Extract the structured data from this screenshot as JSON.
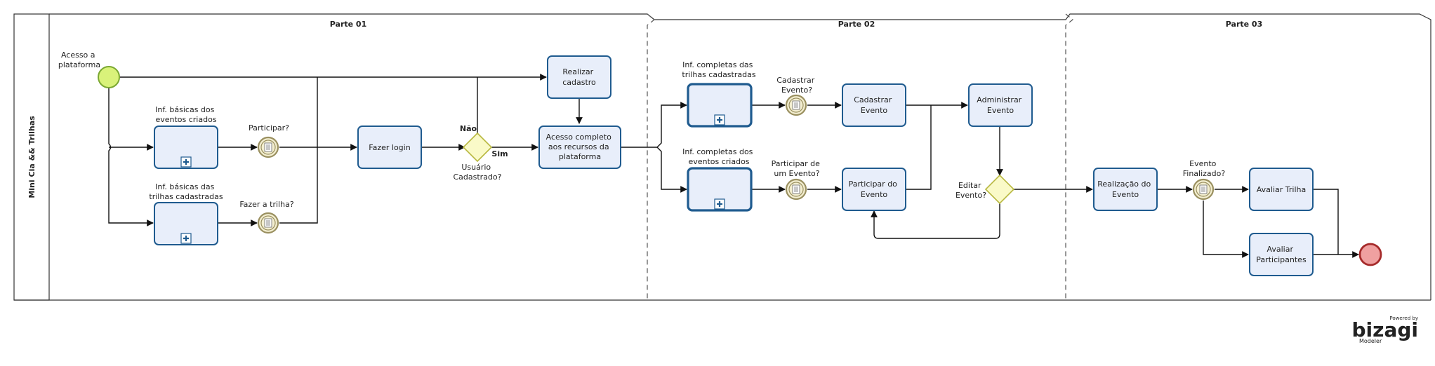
{
  "pool": {
    "name": "Mini Cia && Trilhas"
  },
  "phases": [
    {
      "title": "Parte 01"
    },
    {
      "title": "Parte 02"
    },
    {
      "title": "Parte 03"
    }
  ],
  "events": {
    "start": {
      "label": [
        "Acesso a",
        "plataforma"
      ],
      "color": "#D9F27A"
    },
    "end": {
      "label": [],
      "color": "#EFA0A0"
    }
  },
  "tasks": {
    "realizar_cadastro": [
      "Realizar",
      "cadastro"
    ],
    "fazer_login": [
      "Fazer login"
    ],
    "acesso_completo": [
      "Acesso completo",
      "aos recursos da",
      "plataforma"
    ],
    "cadastrar_evento": [
      "Cadastrar",
      "Evento"
    ],
    "administrar_evento": [
      "Administrar",
      "Evento"
    ],
    "participar_evento": [
      "Participar do",
      "Evento"
    ],
    "realizacao_evento": [
      "Realização do",
      "Evento"
    ],
    "avaliar_trilha": [
      "Avaliar Trilha"
    ],
    "avaliar_participantes": [
      "Avaliar",
      "Participantes"
    ]
  },
  "subprocesses": {
    "inf_basicas_eventos": [
      "Inf. básicas dos",
      "eventos criados"
    ],
    "inf_basicas_trilhas": [
      "Inf. básicas das",
      "trilhas cadastradas"
    ],
    "inf_completas_trilhas": [
      "Inf. completas das",
      "trilhas cadastradas"
    ],
    "inf_completas_eventos": [
      "Inf. completas dos",
      "eventos criados"
    ]
  },
  "intermediate_events": {
    "participar": [
      "Participar?"
    ],
    "fazer_trilha": [
      "Fazer a trilha?"
    ],
    "cadastrar_evento_q": [
      "Cadastrar",
      "Evento?"
    ],
    "participar_evento_q": [
      "Participar de",
      "um Evento?"
    ],
    "evento_finalizado": [
      "Evento",
      "Finalizado?"
    ]
  },
  "gateways": {
    "usuario_cadastrado": {
      "label": [
        "Usuário",
        "Cadastrado?"
      ],
      "no": "Não",
      "yes": "Sim"
    },
    "editar_evento": {
      "label": [
        "Editar",
        "Evento?"
      ]
    }
  },
  "branding": {
    "powered_by": "Powered by",
    "logo": "bizagi",
    "product": "Modeler",
    "color": "#F4A47A"
  },
  "colors": {
    "task_fill": "#E8EEFA",
    "task_stroke": "#1F5B8F",
    "gateway_fill": "#FAFAC8",
    "gateway_stroke": "#B8B840",
    "timer_fill": "#F3EED0",
    "timer_stroke": "#9A9060"
  }
}
